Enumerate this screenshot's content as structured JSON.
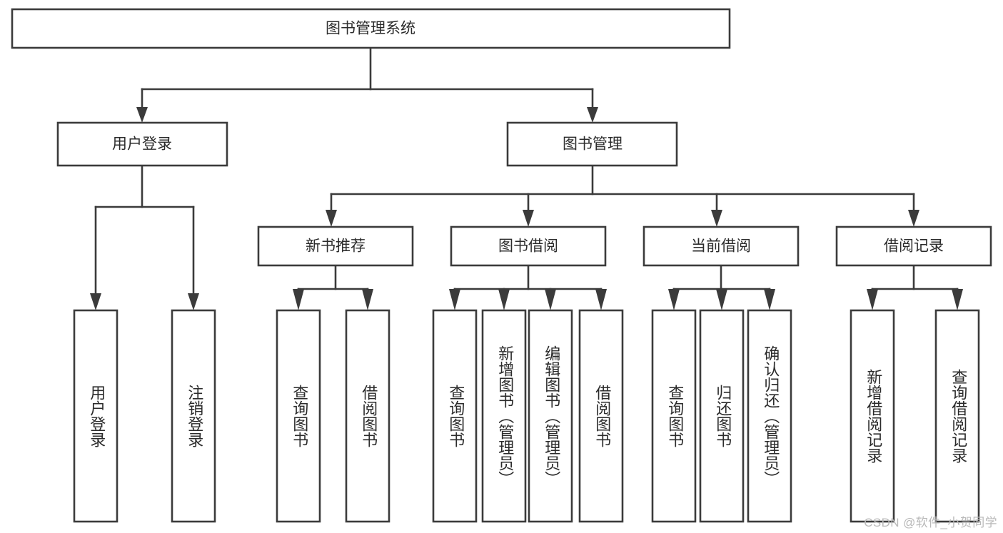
{
  "diagram": {
    "title": "图书管理系统",
    "type": "tree",
    "watermark": "CSDN @软件_小贺同学",
    "root": {
      "id": "root",
      "label": "图书管理系统",
      "orientation": "horizontal"
    },
    "level1": [
      {
        "id": "user-login",
        "label": "用户登录",
        "orientation": "horizontal"
      },
      {
        "id": "book-manage",
        "label": "图书管理",
        "orientation": "horizontal"
      }
    ],
    "level2": [
      {
        "id": "new-book-rec",
        "label": "新书推荐",
        "orientation": "horizontal",
        "parent": "book-manage"
      },
      {
        "id": "book-borrow",
        "label": "图书借阅",
        "orientation": "horizontal",
        "parent": "book-manage"
      },
      {
        "id": "current-borrow",
        "label": "当前借阅",
        "orientation": "horizontal",
        "parent": "book-manage"
      },
      {
        "id": "borrow-record",
        "label": "借阅记录",
        "orientation": "horizontal",
        "parent": "book-manage"
      }
    ],
    "leaves": [
      {
        "id": "leaf-user-login",
        "label": "用户登录",
        "orientation": "vertical",
        "parent": "user-login"
      },
      {
        "id": "leaf-user-logout",
        "label": "注销登录",
        "orientation": "vertical",
        "parent": "user-login"
      },
      {
        "id": "leaf-query-book-1",
        "label": "查询图书",
        "orientation": "vertical",
        "parent": "new-book-rec"
      },
      {
        "id": "leaf-borrow-book-1",
        "label": "借阅图书",
        "orientation": "vertical",
        "parent": "new-book-rec"
      },
      {
        "id": "leaf-query-book-2",
        "label": "查询图书",
        "orientation": "vertical",
        "parent": "book-borrow"
      },
      {
        "id": "leaf-add-book",
        "label": "新增图书（管理员）",
        "orientation": "vertical",
        "parent": "book-borrow"
      },
      {
        "id": "leaf-edit-book",
        "label": "编辑图书（管理员）",
        "orientation": "vertical",
        "parent": "book-borrow"
      },
      {
        "id": "leaf-borrow-book-2",
        "label": "借阅图书",
        "orientation": "vertical",
        "parent": "book-borrow"
      },
      {
        "id": "leaf-query-book-3",
        "label": "查询图书",
        "orientation": "vertical",
        "parent": "current-borrow"
      },
      {
        "id": "leaf-return-book",
        "label": "归还图书",
        "orientation": "vertical",
        "parent": "current-borrow"
      },
      {
        "id": "leaf-confirm-return",
        "label": "确认归还（管理员）",
        "orientation": "vertical",
        "parent": "current-borrow"
      },
      {
        "id": "leaf-add-record",
        "label": "新增借阅记录",
        "orientation": "vertical",
        "parent": "borrow-record"
      },
      {
        "id": "leaf-query-record",
        "label": "查询借阅记录",
        "orientation": "vertical",
        "parent": "borrow-record"
      }
    ],
    "colors": {
      "stroke": "#3b3b3b",
      "fill": "#ffffff",
      "text": "#2b2b2b",
      "watermark": "#b9b9b9"
    }
  }
}
